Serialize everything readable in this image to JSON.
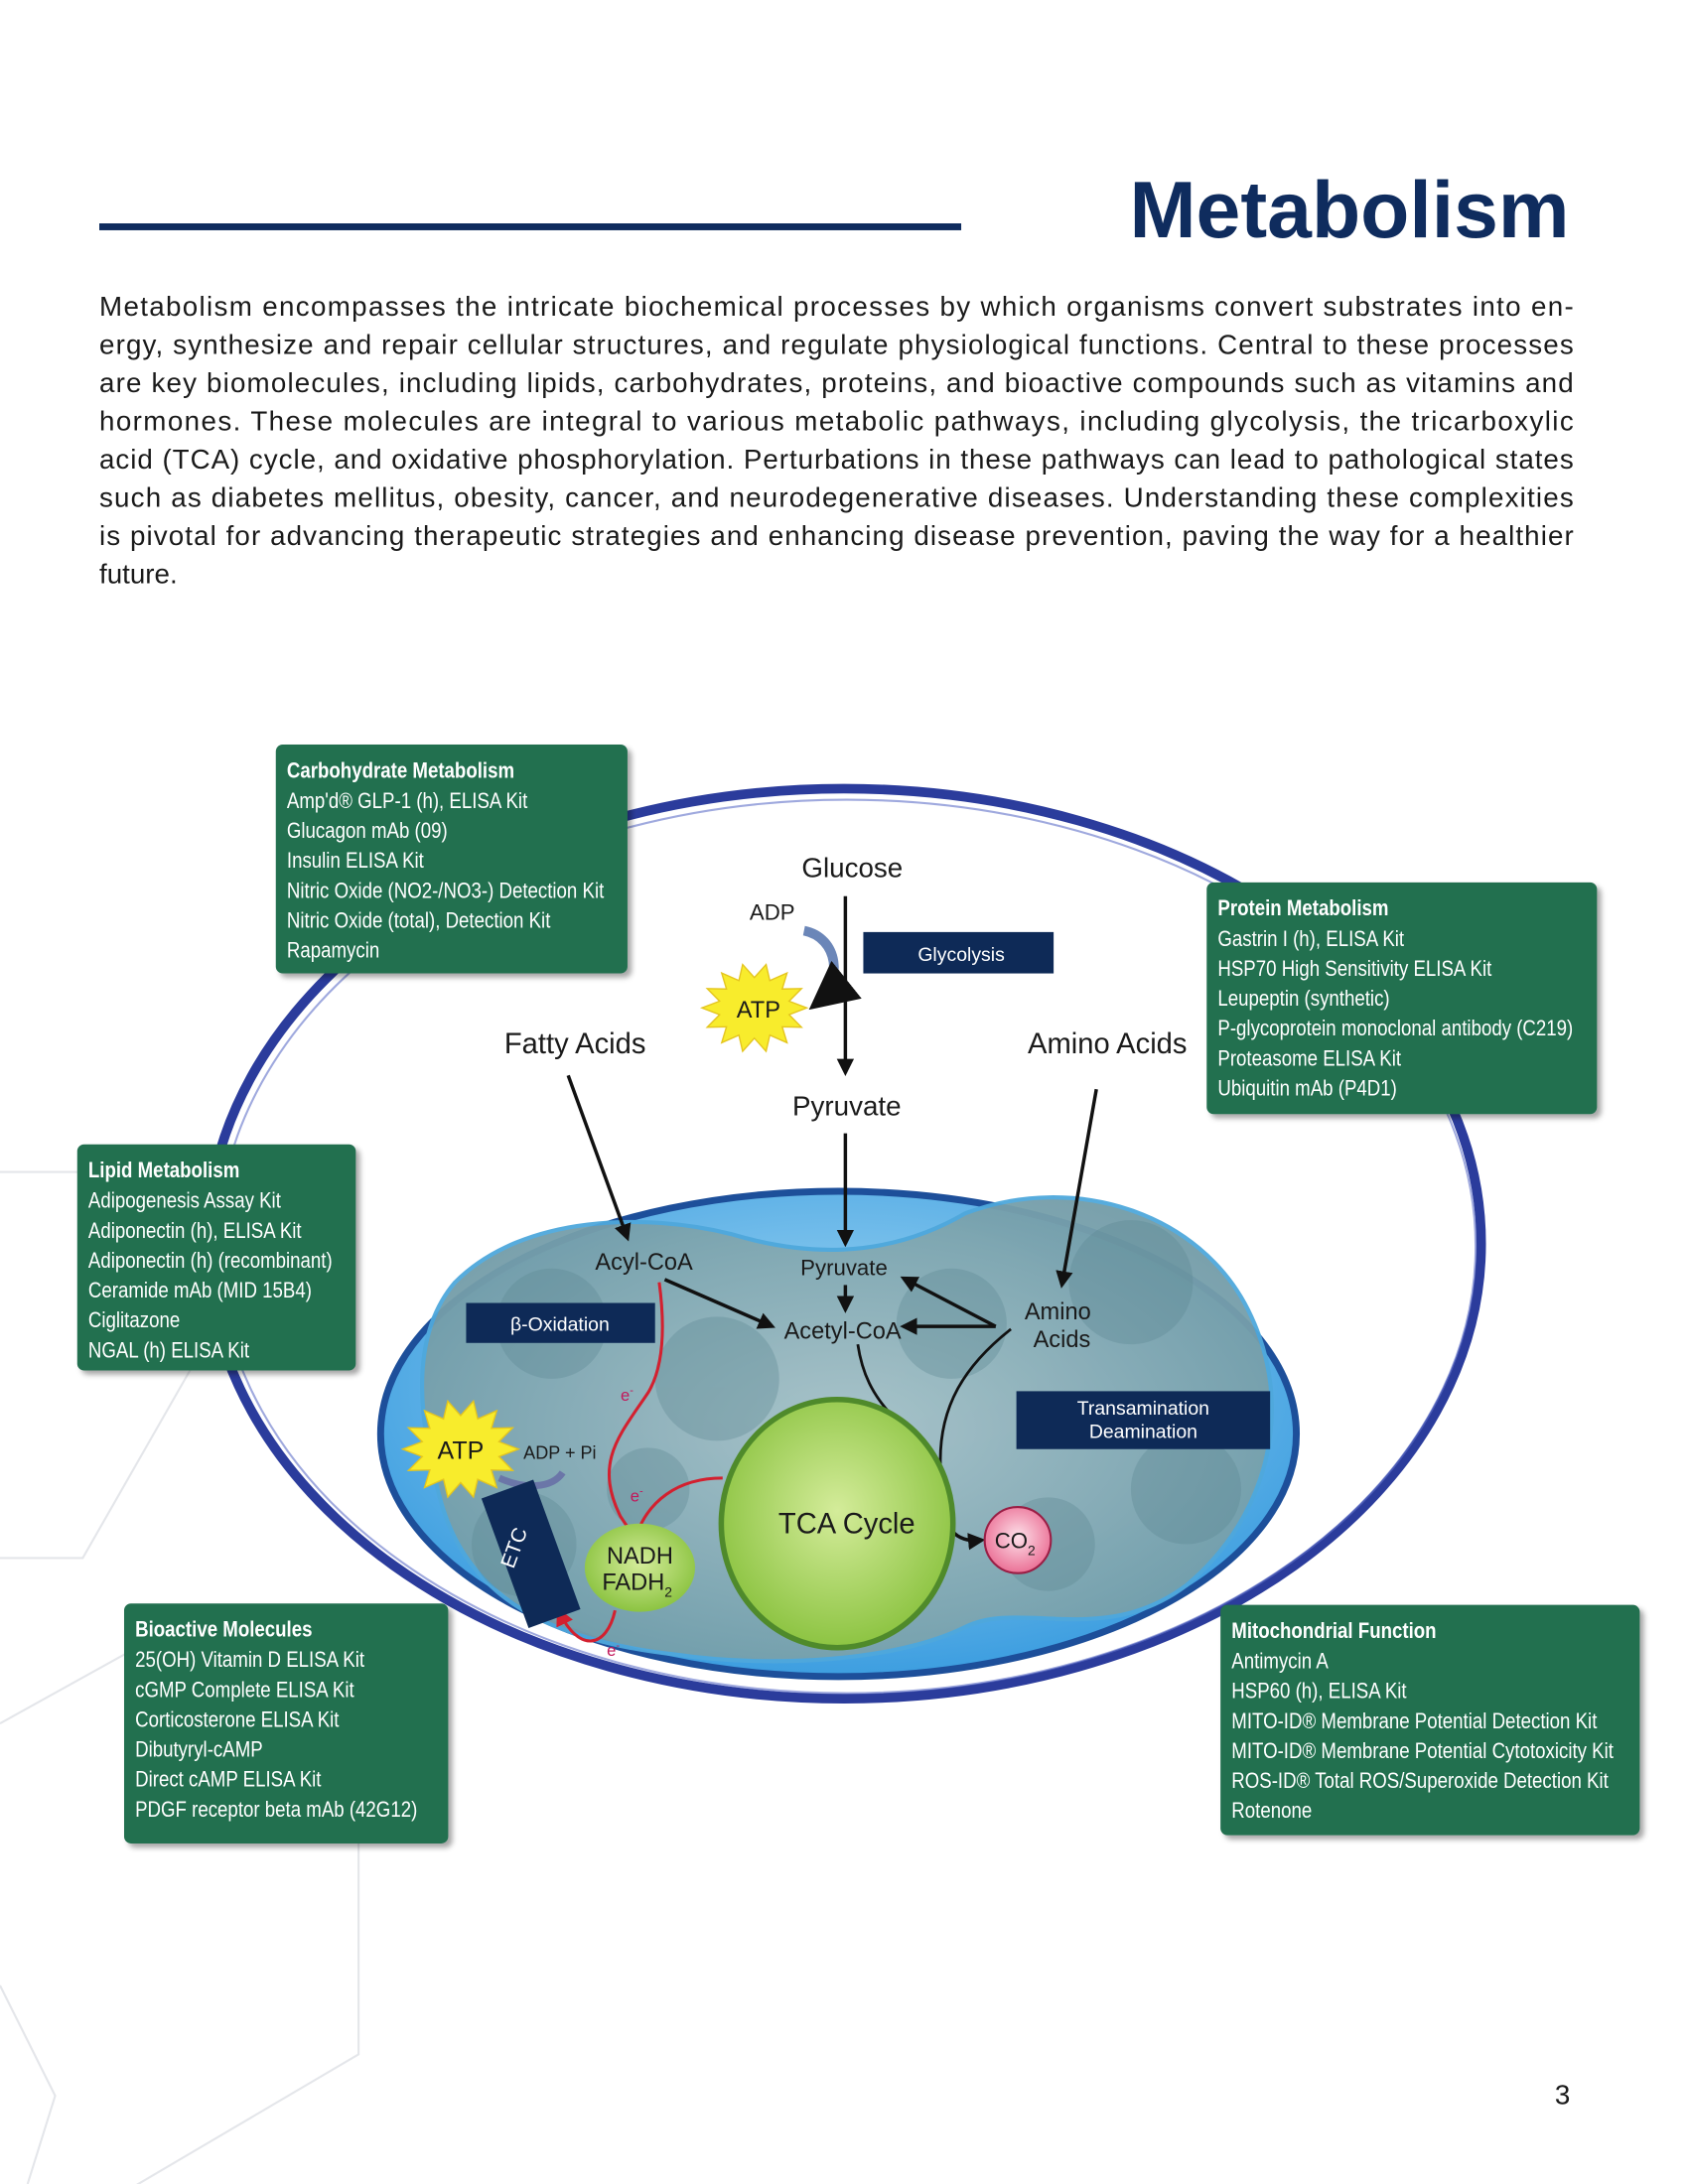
{
  "header": {
    "title": "Metabolism"
  },
  "intro": {
    "lines": [
      "Metabolism encompasses the intricate biochemical processes by which organisms convert substrates into en-",
      "ergy, synthesize and repair cellular structures, and regulate physiological functions. Central to these processes",
      "are key biomolecules, including lipids, carbohydrates, proteins, and bioactive compounds such as vitamins and",
      "hormones. These molecules are integral to various metabolic pathways, including glycolysis, the tricarboxylic",
      "acid (TCA) cycle, and oxidative phosphorylation. Perturbations in these pathways can lead to pathological states",
      "such as diabetes mellitus, obesity, cancer, and neurodegenerative diseases. Understanding these complexities",
      "is pivotal for advancing therapeutic strategies and enhancing disease prevention, paving the way for a healthier",
      "future."
    ]
  },
  "colors": {
    "box_green": "#246f50",
    "navy": "#0e2a57",
    "ring_blue": "#2b3c9c",
    "tca_green": "#8dc63f",
    "title_blue": "#0f2c5e"
  },
  "boxes": {
    "carbohydrate": {
      "title": "Carbohydrate Metabolism",
      "items": [
        "Amp'd® GLP-1 (h), ELISA Kit",
        "Glucagon mAb (09)",
        "Insulin ELISA Kit",
        "Nitric Oxide (NO2-/NO3-) Detection Kit",
        "Nitric Oxide (total), Detection Kit",
        "Rapamycin"
      ]
    },
    "protein": {
      "title": "Protein Metabolism",
      "items": [
        "Gastrin I (h), ELISA Kit",
        "HSP70 High Sensitivity ELISA Kit",
        "Leupeptin (synthetic)",
        "P-glycoprotein monoclonal antibody (C219)",
        "Proteasome ELISA Kit",
        "Ubiquitin mAb (P4D1)"
      ]
    },
    "lipid": {
      "title": "Lipid Metabolism",
      "items": [
        "Adipogenesis Assay Kit",
        "Adiponectin (h), ELISA Kit",
        "Adiponectin (h) (recombinant)",
        "Ceramide mAb (MID 15B4)",
        "Ciglitazone",
        "NGAL (h) ELISA Kit"
      ]
    },
    "bioactive": {
      "title": "Bioactive Molecules",
      "items": [
        "25(OH) Vitamin D ELISA Kit",
        "cGMP Complete ELISA Kit",
        "Corticosterone ELISA Kit",
        "Dibutyryl-cAMP",
        "Direct cAMP ELISA Kit",
        "PDGF receptor beta mAb (42G12)"
      ]
    },
    "mitochondrial": {
      "title": "Mitochondrial Function",
      "items": [
        "Antimycin A",
        "HSP60 (h), ELISA Kit",
        "MITO-ID® Membrane Potential Detection Kit",
        "MITO-ID® Membrane Potential Cytotoxicity Kit",
        "ROS-ID® Total ROS/Superoxide Detection Kit",
        "Rotenone"
      ]
    }
  },
  "diagram": {
    "glucose": "Glucose",
    "adp": "ADP",
    "atp_top": "ATP",
    "glycolysis": "Glycolysis",
    "fatty_acids": "Fatty Acids",
    "amino_acids": "Amino Acids",
    "pyruvate_outer": "Pyruvate",
    "acyl_coa": "Acyl-CoA",
    "pyruvate_inner": "Pyruvate",
    "acetyl_coa": "Acetyl-CoA",
    "amino_inner_1": "Amino",
    "amino_inner_2": "Acids",
    "beta_oxidation": "β-Oxidation",
    "transamination": "Transamination",
    "deamination": "Deamination",
    "atp_left": "ATP",
    "adp_pi": "ADP + Pi",
    "etc": "ETC",
    "nadh": "NADH",
    "fadh": "FADH",
    "fadh_sub": "2",
    "tca": "TCA Cycle",
    "co": "CO",
    "co_sub": "2",
    "electron": "e",
    "electron_sup": "-"
  },
  "footer": {
    "page_number": "3"
  }
}
